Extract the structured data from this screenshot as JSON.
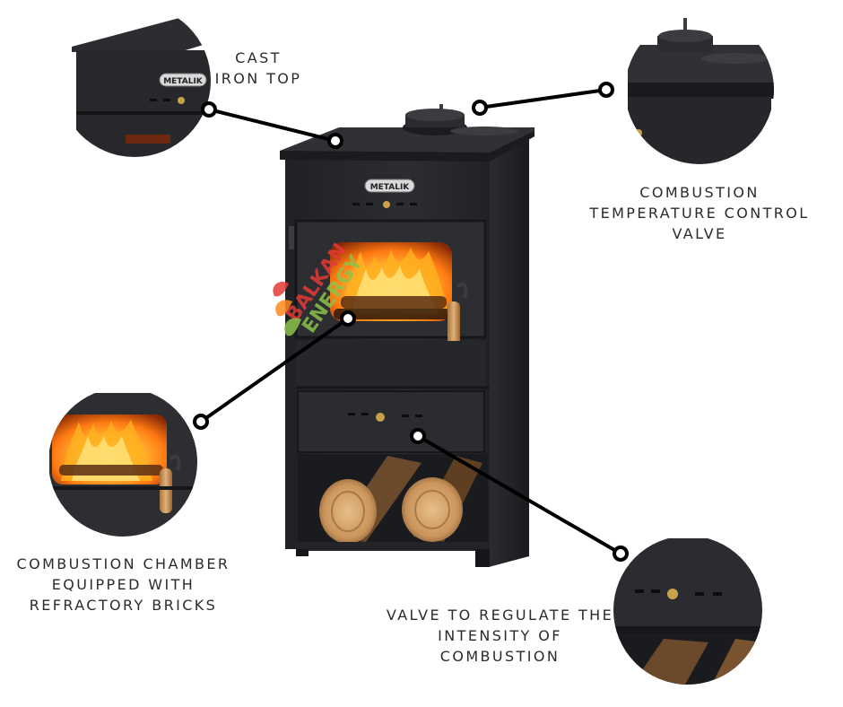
{
  "brand": {
    "logo_text": "METALIK",
    "watermark_line1": "BALKAN",
    "watermark_line2": "ENERGY"
  },
  "callouts": [
    {
      "id": "cast-iron-top",
      "lines": [
        "CAST",
        "IRON TOP"
      ]
    },
    {
      "id": "temperature-control-valve",
      "lines": [
        "COMBUSTION",
        "TEMPERATURE CONTROL",
        "VALVE"
      ]
    },
    {
      "id": "combustion-chamber",
      "lines": [
        "COMBUSTION CHAMBER",
        "EQUIPPED WITH",
        "REFRACTORY BRICKS"
      ]
    },
    {
      "id": "intensity-valve",
      "lines": [
        "VALVE TO REGULATE THE",
        "INTENSITY OF",
        "COMBUSTION"
      ]
    }
  ],
  "colors": {
    "stove_body": "#26282b",
    "stove_edge": "#3a3c40",
    "fire_orange": "#ff8a1a",
    "fire_yellow": "#ffd34a",
    "wood": "#c9945a",
    "callout_line": "#000000",
    "label_text": "#2b2b2b"
  }
}
